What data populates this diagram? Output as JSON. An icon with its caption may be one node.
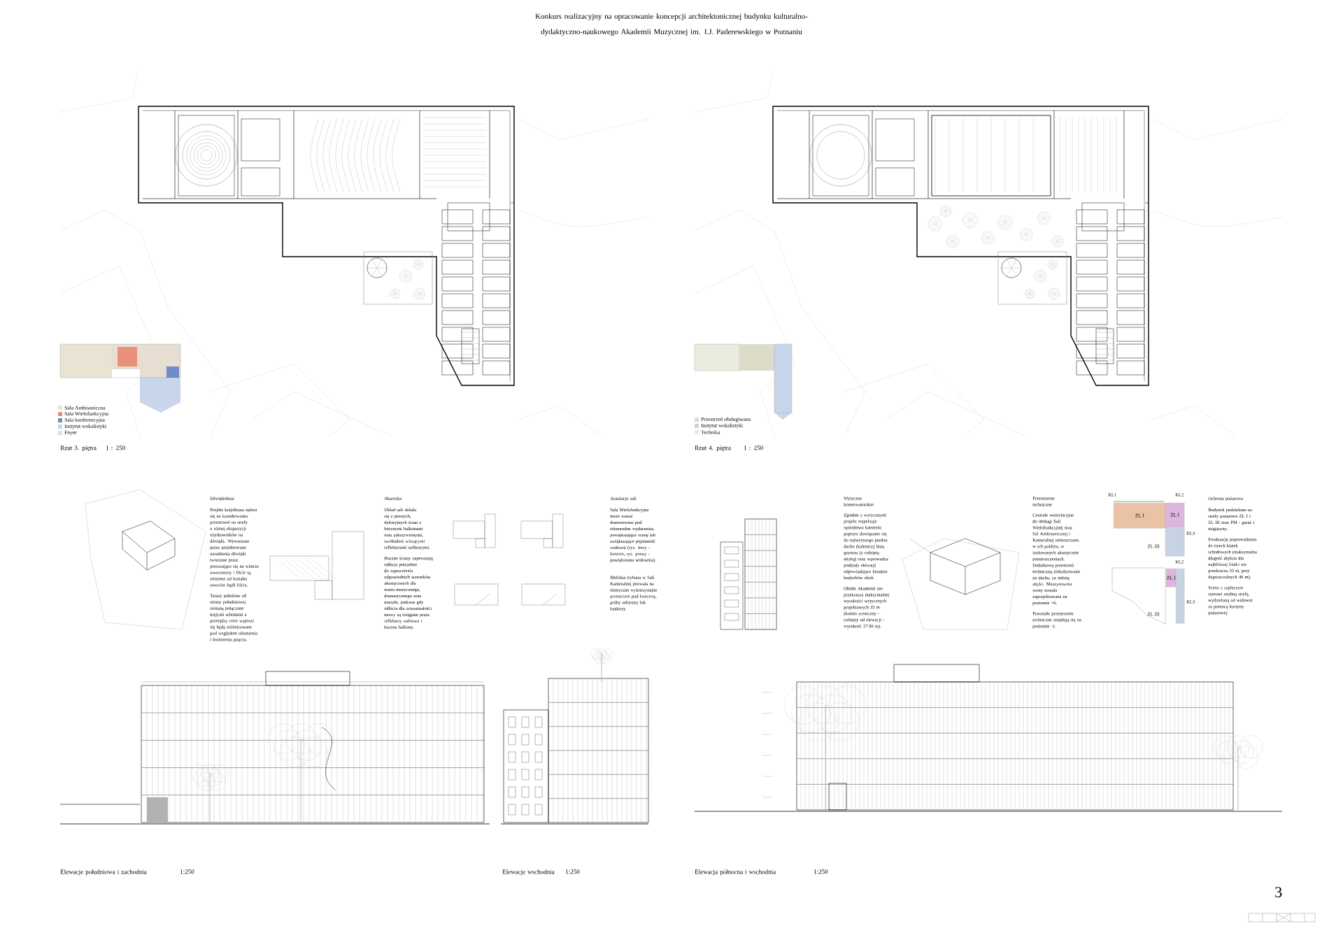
{
  "diagram": {
    "title": "Konkurs realizacyjny na opracowanie koncepcji architektonicznej budynku kulturalno-dydaktyczno-naukowego Akademii Muzycznej im. I.J. Paderewskiego w Poznaniu",
    "nodes": [
      {
        "text": [
          "ZL I"
        ]
      },
      {
        "text": [
          "ZL I"
        ]
      },
      {
        "text": [],
        "shape": "box",
        "beside": [
          "ZL III"
        ]
      },
      {
        "text": [
          "ZL I"
        ]
      },
      {
        "text": [],
        "shape": "box",
        "beside": [
          "ZL III"
        ]
      }
    ],
    "labels": [
      "Dźwiękobraz",
      "Projekt krajobrazu opiera się na kształtowaniu przestrzeni na strefy o różnej ekspozycji użytkowników na dźwięki. Wywarzane przez projektowane nasadzenia dźwięki tworzone przez poruszające się na wietrze owocostany i liście są zmienne od kształtu owoców bądź liścia.",
      "Tarasy położone od strony południowej zostaną połączone krętymi schodami a pomiędzy nimi wspinać się będą zróżnicowane pod względem ulistnienia i kwitnienia pnącza.",
      "Akustyka",
      "Układ sali składa się z prostych, dyfuzyjnych ścian z bocznymi balkonami oraz zakrzywionymi, swobodnie wiszącymi reflektorami sufitowymi.",
      "Boczne ściany zapewniają odbicia potrzebne do zapewnienia odpowiednich warunków akustycznych dla teatru muzycznego, dramatycznego oraz muzyki, podczas gdy odbicia dla zrozumiałości mowy są osiągane przez reflektory sufitowe i boczne balkony.",
      "Aranżacje sali",
      "Sala Wielofunkcyjna może zostać dostosowana pod różnorodne wydarzenia, powiększające scenę lub zwiększające pojemność widowni (rys. lewy - koncert, rys. prawy - powiększona widownia).",
      "Mobilna trybuna w Sali Kameralnej pozwala na elastyczne wykorzystanie przestrzeni pod koncerty, próby orkiestry lub bankiety.",
      "Wytyczne konserwatorskie",
      "Zgodnie z wytycznymi projekt respektuje sąsiedztwo kamienic poprzez dowiązanie się do najwyższego punktu dachu (kalenicy) linią gzymsu (z cofniętą attyką) oraz wprowadza podziały elewacji odpowiadające fasadzie budynków obok.",
      "Obiekt Akademii nie przekracza maksymalnej wysokości wytycznych projektowych 35 m (komin sceniczny - cofnięty od elewacji - wysokość 27.90 m).",
      "Przestrzenie techniczne",
      "Centrale wentylacyjne do obsługi Sali Wielofunkcyjnej oraz Sal Ambisonicznej i Kameralnej umieszczono w ich pobliżu, w izolowanych akustycznie pomieszczeniach. Dodatkową przestrzeń techniczną zlokalizowano na dachu, za osłoną attyki. Maszynownia sceny została zaprojektowana na poziomie +6.",
      "Pozostałe przestrzenie techniczne znajdują się na poziomie -1.",
      "KL1",
      "KL2",
      "KL3",
      "KL2",
      "KL3",
      "Ochrona pożarowa",
      "Budynek podzielono na strefy pożarowe ZL I i ZL III oraz PM - garaż i magazyny.",
      "Ewakuację poprowadzono do trzech klatek schodowych (maksymalna długość dojścia dla najbliższej klatki nie przekracza 33 m, przy dopuszczalnych 40 m).",
      "Scena z zapleczem stanowi osobną strefę, wydzieloną od widowni za pomocą kurtyny pożarowej.",
      "Rzut 3. piętra",
      "1 : 250",
      "Rzut 4. piętra",
      "1 : 250",
      "Elewacje południowa i zachodnia",
      "1:250",
      "Elewacje wschodnia",
      "1:250",
      "Elewacja północna i wschodnia",
      "1:250",
      "3"
    ],
    "legend": [
      {
        "text": "Sala Ambisoniczna",
        "color": "#e9e3d3"
      },
      {
        "text": "Sala Wielofunkcyjna",
        "color": "#e8917a"
      },
      {
        "text": "Sala konferencyjna",
        "color": "#6f8cc6"
      },
      {
        "text": "Instytut wokalistyki",
        "color": "#c8d5ea"
      },
      {
        "text": "Foyer",
        "color": "#e8ddd2"
      },
      {
        "text": "Przestrzeń obsługiwana",
        "color": "#dcdcc8"
      },
      {
        "text": "Instytut wokalistyki",
        "color": "#c8d5ea"
      },
      {
        "text": "Technika",
        "color": "#ebebdf"
      }
    ]
  }
}
